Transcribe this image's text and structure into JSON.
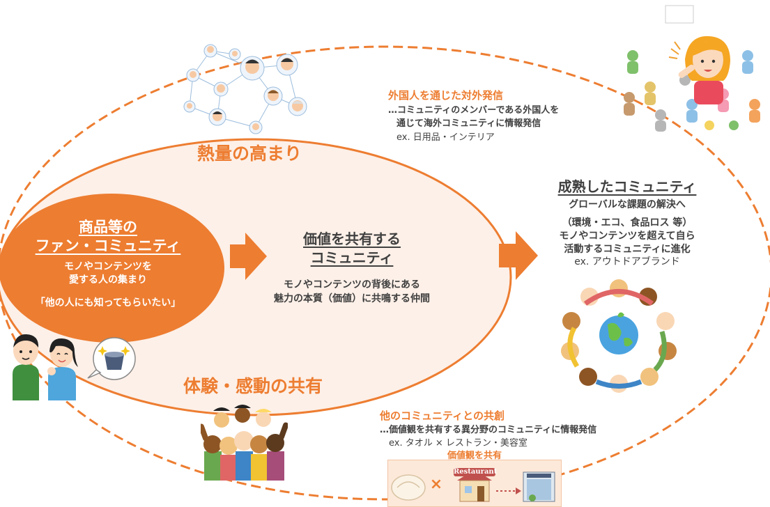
{
  "outer_heading": "熱量の高まり",
  "bottom_heading": "体験・感動の共有",
  "fan_community": {
    "title_line1": "商品等の",
    "title_line2": "ファン・コミュニティ",
    "desc_line1": "モノやコンテンツを",
    "desc_line2": "愛する人の集まり",
    "quote": "「他の人にも知ってもらいたい」"
  },
  "value_community": {
    "title_line1": "価値を共有する",
    "title_line2": "コミュニティ",
    "desc_line1": "モノやコンテンツの背後にある",
    "desc_line2": "魅力の本質（価値）に共鳴する仲間"
  },
  "mature_community": {
    "title": "成熟したコミュニティ",
    "line1": "グローバルな課題の解決へ",
    "line2": "（環境・エコ、食品ロス 等）",
    "line3": "モノやコンテンツを超えて自ら",
    "line4": "活動するコミュニティに進化",
    "example": "ex. アウトドアブランド"
  },
  "foreigner": {
    "title": "外国人を通じた対外発信",
    "line1": "…コミュニティのメンバーである外国人を",
    "line2": "通じて海外コミュニティに情報発信",
    "example": "ex. 日用品・インテリア"
  },
  "cocreation": {
    "title": "他のコミュニティとの共創",
    "line1": "…価値観を共有する異分野のコミュニティに情報発信",
    "example": "ex. タオル × レストラン・美容室",
    "box_label": "価値観を共有",
    "restaurant_sign": "Restaurant",
    "times_symbol": "×"
  },
  "colors": {
    "orange": "#ed7d31",
    "light_fill": "#fdf0e8",
    "text_dark": "#404040"
  }
}
